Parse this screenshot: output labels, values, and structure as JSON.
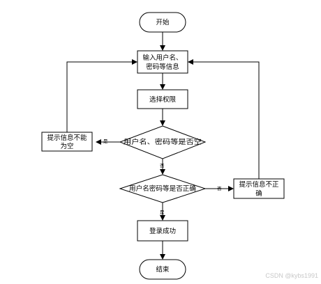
{
  "diagram": {
    "type": "flowchart",
    "nodes": {
      "start": {
        "shape": "terminal",
        "text": "开始"
      },
      "input": {
        "shape": "process",
        "lines": [
          "输入用户名、",
          "密码等信息"
        ]
      },
      "select_permission": {
        "shape": "process",
        "text": "选择权限"
      },
      "check_empty": {
        "shape": "decision",
        "text": "用户名、密码等是否空"
      },
      "prompt_empty": {
        "shape": "process",
        "lines": [
          "提示信息不能",
          "为空"
        ]
      },
      "check_correct": {
        "shape": "decision",
        "text": "用户名密码等是否正确"
      },
      "prompt_incorrect": {
        "shape": "process",
        "lines": [
          "提示信息不正",
          "确"
        ]
      },
      "login_success": {
        "shape": "process",
        "text": "登录成功"
      },
      "end": {
        "shape": "terminal",
        "text": "结束"
      }
    },
    "edge_labels": {
      "empty_yes": "是",
      "empty_no": "否",
      "correct_no": "否",
      "correct_yes": "是"
    }
  },
  "watermark": "CSDN @kybs1991",
  "colors": {
    "stroke": "#000000",
    "background": "#ffffff",
    "watermark": "#c8c8c8"
  }
}
